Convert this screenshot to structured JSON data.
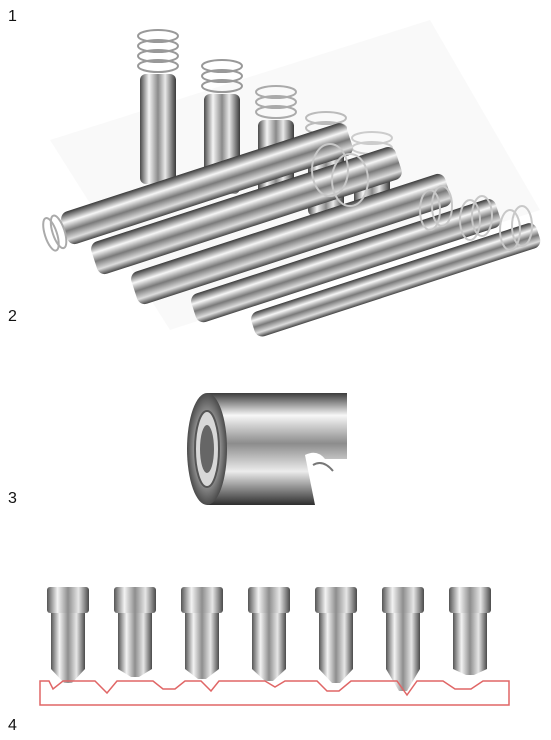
{
  "figure_numbers": [
    "1",
    "2",
    "3",
    "4"
  ],
  "panels": [
    {
      "name": "panel-1-2",
      "content": "stacked-pins-with-springs-illustration"
    },
    {
      "name": "panel-3",
      "content": "cylindrical-pin-illustration"
    },
    {
      "name": "panel-4",
      "content": "seven-key-pins-with-profile-line"
    }
  ],
  "colors": {
    "background": "#ffffff",
    "metal_dark": "#3a3a3a",
    "metal_light": "#f2f2f2",
    "profile_line": "#e06666"
  },
  "pin_row_count": 7
}
